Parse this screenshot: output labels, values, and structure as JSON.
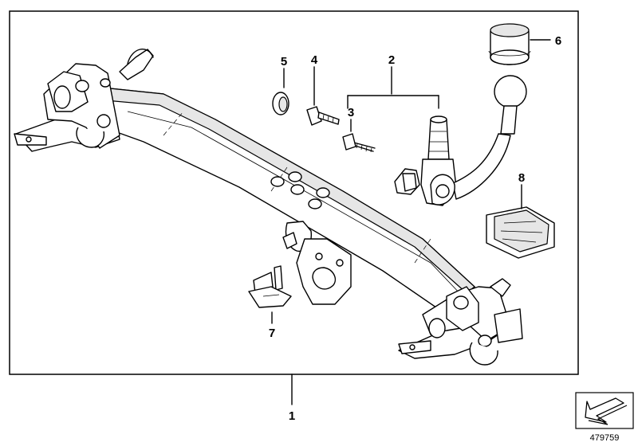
{
  "callouts": {
    "c1": "1",
    "c2": "2",
    "c3": "3",
    "c4": "4",
    "c5": "5",
    "c6": "6",
    "c7": "7",
    "c8": "8"
  },
  "reference_number": "479759",
  "icons": {
    "nav_arrow": "arrow-icon"
  }
}
